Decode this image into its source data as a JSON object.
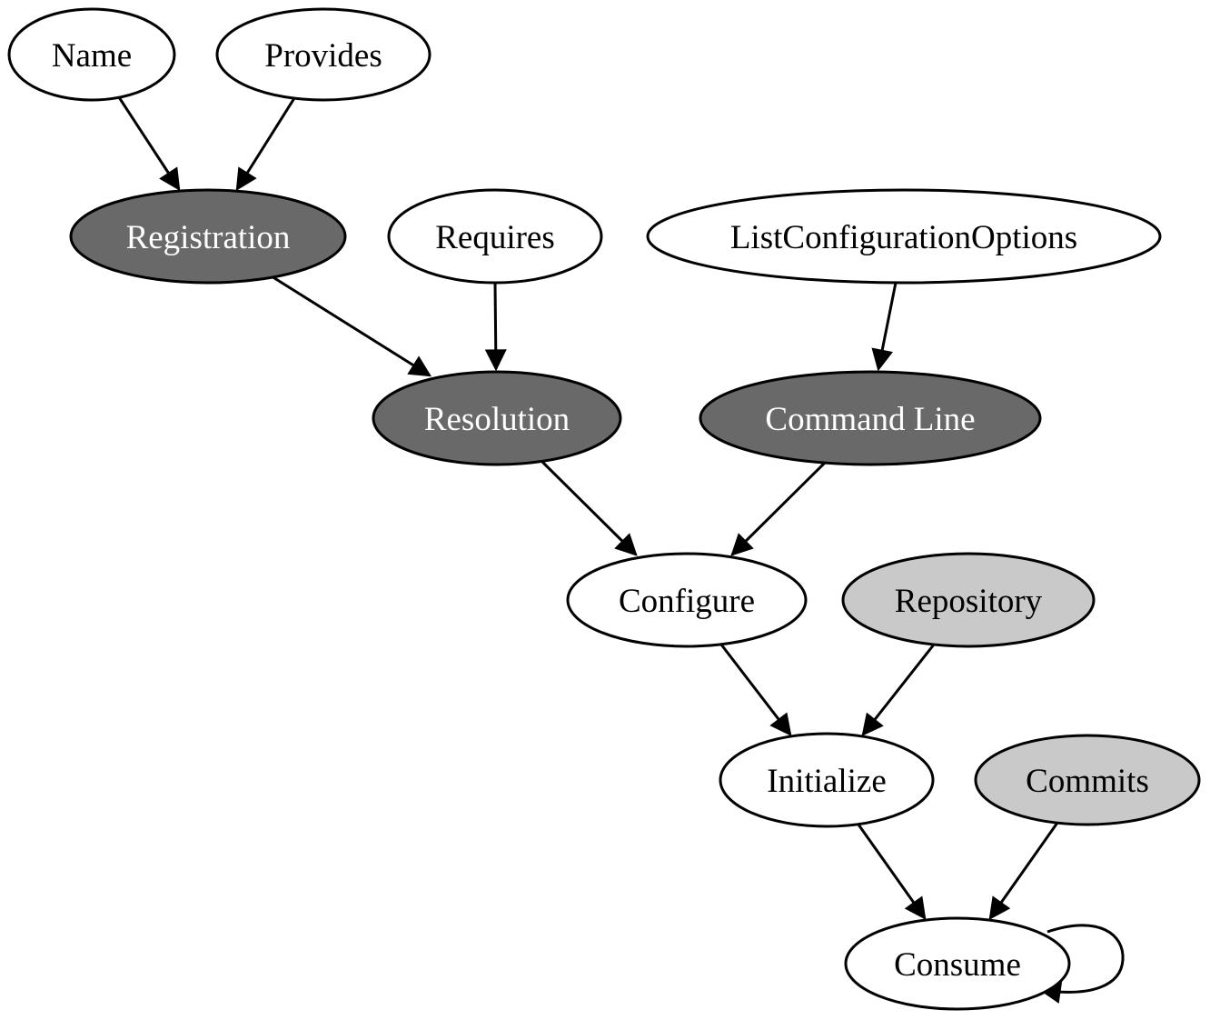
{
  "diagram": {
    "type": "directed-graph",
    "background": "#ffffff",
    "colors": {
      "node_fill_white": "#ffffff",
      "node_fill_dark": "#696969",
      "node_fill_light": "#c9c9c9",
      "node_stroke": "#000000",
      "edge_color": "#000000",
      "text_on_dark": "#ffffff",
      "text_on_light": "#000000"
    },
    "nodes": {
      "name": {
        "label": "Name",
        "fill": "white"
      },
      "provides": {
        "label": "Provides",
        "fill": "white"
      },
      "registration": {
        "label": "Registration",
        "fill": "dark"
      },
      "requires": {
        "label": "Requires",
        "fill": "white"
      },
      "list_configuration_options": {
        "label": "ListConfigurationOptions",
        "fill": "white"
      },
      "resolution": {
        "label": "Resolution",
        "fill": "dark"
      },
      "command_line": {
        "label": "Command Line",
        "fill": "dark"
      },
      "configure": {
        "label": "Configure",
        "fill": "white"
      },
      "repository": {
        "label": "Repository",
        "fill": "light"
      },
      "initialize": {
        "label": "Initialize",
        "fill": "white"
      },
      "commits": {
        "label": "Commits",
        "fill": "light"
      },
      "consume": {
        "label": "Consume",
        "fill": "white"
      }
    },
    "edges": [
      {
        "from": "Name",
        "to": "Registration"
      },
      {
        "from": "Provides",
        "to": "Registration"
      },
      {
        "from": "Registration",
        "to": "Resolution"
      },
      {
        "from": "Requires",
        "to": "Resolution"
      },
      {
        "from": "ListConfigurationOptions",
        "to": "Command Line"
      },
      {
        "from": "Resolution",
        "to": "Configure"
      },
      {
        "from": "Command Line",
        "to": "Configure"
      },
      {
        "from": "Configure",
        "to": "Initialize"
      },
      {
        "from": "Repository",
        "to": "Initialize"
      },
      {
        "from": "Initialize",
        "to": "Consume"
      },
      {
        "from": "Commits",
        "to": "Consume"
      },
      {
        "from": "Consume",
        "to": "Consume"
      }
    ]
  }
}
